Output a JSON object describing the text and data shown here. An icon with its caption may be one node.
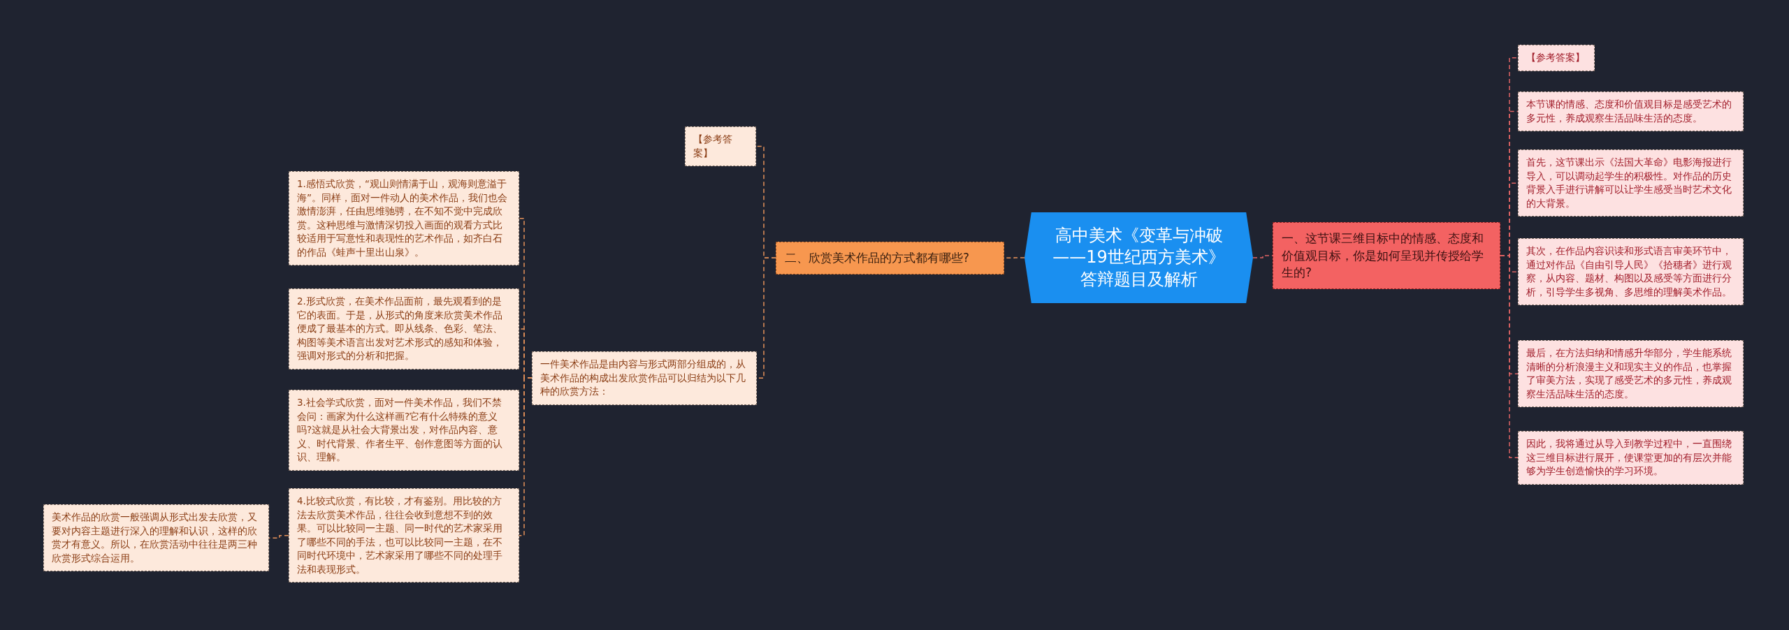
{
  "diagram": {
    "nodes": [
      {
        "text": [
          "高中美术《变革与冲破——19世纪西方美术》答辩题目及解析"
        ]
      },
      {
        "text": [
          "二、欣赏美术作品的方式都有哪些?"
        ]
      },
      {
        "text": [
          "【参考答案】"
        ]
      },
      {
        "text": [
          "一件美术作品是由内容与形式两部分组成的，从美术作品的构成出发欣赏作品可以归结为以下几种的欣赏方法："
        ]
      },
      {
        "text": [
          "1.感悟式欣赏，“观山则情满于山，观海则意溢于海”。同样，面对一件动人的美术作品，我们也会激情澎湃，任由思维驰骋，在不知不觉中完成欣赏。这种思维与激情深切投入画面的观看方式比较适用于写意性和表现性的艺术作品，如齐白石的作品《蛙声十里出山泉》。"
        ]
      },
      {
        "text": [
          "2.形式欣赏，在美术作品面前，最先观看到的是它的表面。于是，从形式的角度来欣赏美术作品便成了最基本的方式。即从线条、色彩、笔法、构图等美术语言出发对艺术形式的感知和体验，强调对形式的分析和把握。"
        ]
      },
      {
        "text": [
          "3.社会学式欣赏，面对一件美术作品，我们不禁会问：画家为什么这样画?它有什么特殊的意义吗?这就是从社会大背景出发，对作品内容、意义、时代背景、作者生平、创作意图等方面的认识、理解。"
        ]
      },
      {
        "text": [
          "4.比较式欣赏，有比较，才有鉴别。用比较的方法去欣赏美术作品，往往会收到意想不到的效果。可以比较同一主题、同一时代的艺术家采用了哪些不同的手法，也可以比较同一主题，在不同时代环境中，艺术家采用了哪些不同的处理手法和表现形式。"
        ]
      },
      {
        "text": [
          "美术作品的欣赏一般强调从形式出发去欣赏，又要对内容主题进行深入的理解和认识，这样的欣赏才有意义。所以，在欣赏活动中往往是两三种欣赏形式综合运用。"
        ]
      },
      {
        "text": [
          "一、这节课三维目标中的情感、态度和价值观目标，你是如何呈现并传授给学生的?"
        ]
      },
      {
        "text": [
          "【参考答案】"
        ]
      },
      {
        "text": [
          "本节课的情感、态度和价值观目标是感受艺术的多元性，养成观察生活品味生活的态度。"
        ]
      },
      {
        "text": [
          "首先，这节课出示《法国大革命》电影海报进行导入，可以调动起学生的积极性。对作品的历史背景入手进行讲解可以让学生感受当时艺术文化的大背景。"
        ]
      },
      {
        "text": [
          "其次，在作品内容识读和形式语言审美环节中，通过对作品《自由引导人民》《拾穗者》进行观察，从内容、题材、构图以及感受等方面进行分析，引导学生多视角、多思维的理解美术作品。"
        ]
      },
      {
        "text": [
          "最后，在方法归纳和情感升华部分，学生能系统清晰的分析浪漫主义和现实主义的作品，也掌握了审美方法，实现了感受艺术的多元性，养成观察生活品味生活的态度。"
        ]
      },
      {
        "text": [
          "因此，我将通过从导入到教学过程中，一直围绕这三维目标进行展开，使课堂更加的有层次并能够为学生创造愉快的学习环境。"
        ]
      }
    ],
    "edges": [
      {
        "from": 0,
        "to": 1,
        "arrow": "none",
        "style": "dashed"
      },
      {
        "from": 1,
        "to": 2,
        "arrow": "none",
        "style": "dashed"
      },
      {
        "from": 1,
        "to": 3,
        "arrow": "none",
        "style": "dashed"
      },
      {
        "from": 3,
        "to": 4,
        "arrow": "none",
        "style": "dashed"
      },
      {
        "from": 3,
        "to": 5,
        "arrow": "none",
        "style": "dashed"
      },
      {
        "from": 3,
        "to": 6,
        "arrow": "none",
        "style": "dashed"
      },
      {
        "from": 3,
        "to": 7,
        "arrow": "none",
        "style": "dashed"
      },
      {
        "from": 7,
        "to": 8,
        "arrow": "none",
        "style": "dashed"
      },
      {
        "from": 0,
        "to": 9,
        "arrow": "none",
        "style": "dashed",
        "color": "#e06464"
      },
      {
        "from": 9,
        "to": 10,
        "arrow": "none",
        "style": "dashed",
        "color": "#e06464"
      },
      {
        "from": 9,
        "to": 11,
        "arrow": "none",
        "style": "dashed",
        "color": "#e06464"
      },
      {
        "from": 9,
        "to": 12,
        "arrow": "none",
        "style": "dashed",
        "color": "#e06464"
      },
      {
        "from": 9,
        "to": 13,
        "arrow": "none",
        "style": "dashed",
        "color": "#e06464"
      },
      {
        "from": 9,
        "to": 14,
        "arrow": "none",
        "style": "dashed",
        "color": "#e06464"
      },
      {
        "from": 9,
        "to": 15,
        "arrow": "none",
        "style": "dashed",
        "color": "#e06464"
      }
    ]
  }
}
